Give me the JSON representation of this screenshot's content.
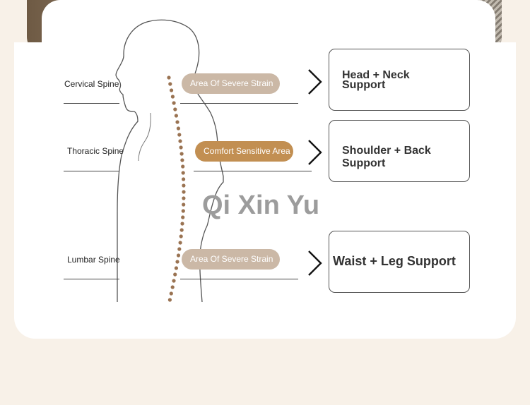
{
  "labels": {
    "cervical": "Cervical Spine",
    "thoracic": "Thoracic Spine",
    "lumbar": "Lumbar Spine"
  },
  "pills": {
    "top": "Area Of Severe Strain",
    "middle": "Comfort Sensitive Area",
    "bottom": "Area Of Severe Strain"
  },
  "boxes": {
    "head_line1": "Head + Neck",
    "head_line2": "Support",
    "shoulder": "Shoulder + Back Support",
    "waist": "Waist + Leg Support"
  },
  "watermark": "Qi Xin Yu",
  "colors": {
    "background": "#f8f1e8",
    "severe_strain_pill": "#cbb8a6",
    "comfort_pill": "#c28f52",
    "spine_dots": "#9a7352"
  },
  "icons": [
    "chevron-right-icon",
    "human-silhouette-icon"
  ]
}
